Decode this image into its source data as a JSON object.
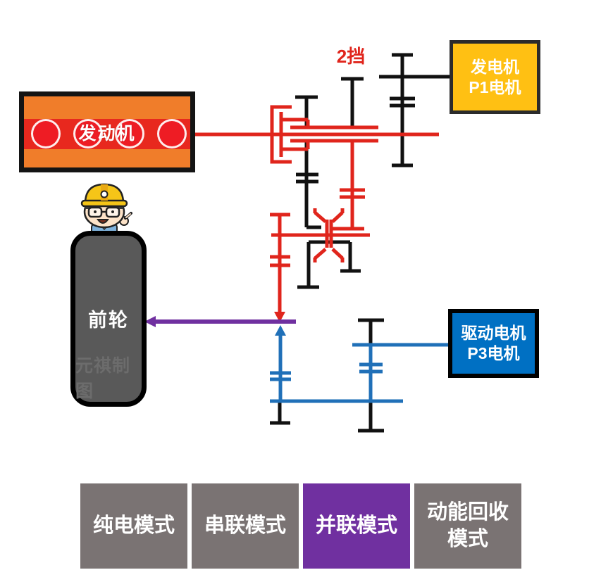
{
  "diagram": {
    "gear_label": "2挡",
    "engine_label": "发动机",
    "generator_label_line1": "发电机",
    "generator_label_line2": "P1电机",
    "drive_motor_label_line1": "驱动电机",
    "drive_motor_label_line2": "P3电机",
    "front_wheel_label": "前轮",
    "watermark": "元祺制图"
  },
  "modes": [
    {
      "label": "纯电模式",
      "active": false
    },
    {
      "label": "串联模式",
      "active": false
    },
    {
      "label": "并联模式",
      "active": true
    },
    {
      "label": "动能回收模式",
      "active": false
    }
  ],
  "colors": {
    "engine_fill": "#f07d2a",
    "engine_band": "#e8281e",
    "cylinder_red": "#ee1c24",
    "generator_fill": "#ffc013",
    "drive_motor_fill": "#0070c3",
    "schematic_red": "#e0251c",
    "schematic_blue": "#2070b8",
    "schematic_black": "#111111",
    "arrow_purple": "#7030a0",
    "wheel_fill": "#595959",
    "mode_gray": "#7a7373",
    "mode_active_purple": "#7030a0"
  }
}
